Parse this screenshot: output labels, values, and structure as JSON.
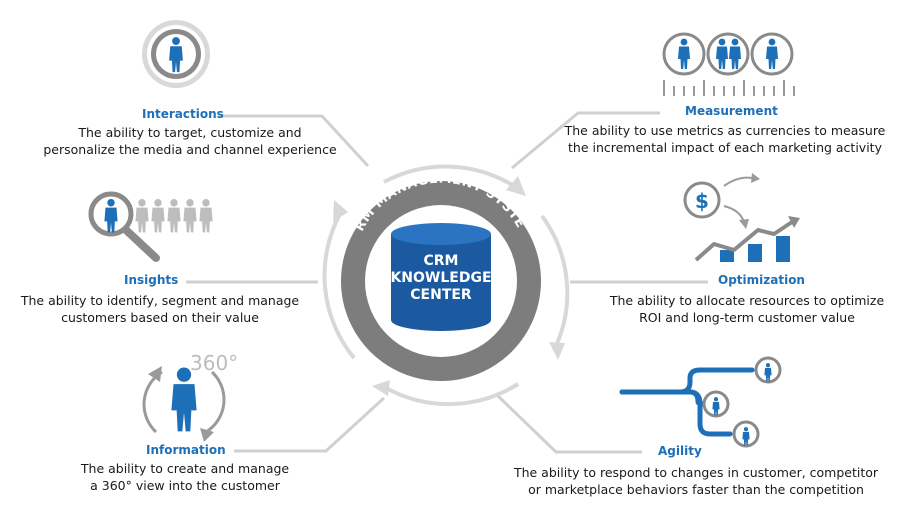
{
  "center": {
    "ring_label": "CRM MANAGEMENT SYSTEM",
    "db_line1": "CRM",
    "db_line2": "KNOWLEDGE",
    "db_line3": "CENTER"
  },
  "nodes": {
    "interactions": {
      "title": "Interactions",
      "line1": "The ability to target, customize and",
      "line2": "personalize the media and channel experience"
    },
    "insights": {
      "title": "Insights",
      "line1": "The ability to identify, segment and manage",
      "line2": "customers based on their value"
    },
    "information": {
      "title": "Information",
      "line1": "The ability to create and manage",
      "line2": "a 360° view into the customer",
      "icon_label": "360°"
    },
    "measurement": {
      "title": "Measurement",
      "line1": "The ability to use metrics as currencies to measure",
      "line2": "the incremental impact of each marketing activity"
    },
    "optimization": {
      "title": "Optimization",
      "line1": "The ability to allocate resources to optimize",
      "line2": "ROI and long-term customer value",
      "icon_label": "$"
    },
    "agility": {
      "title": "Agility",
      "line1": "The ability to respond to changes in customer, competitor",
      "line2": "or marketplace behaviors faster than the competition"
    }
  },
  "colors": {
    "accent_blue": "#1d6fb8",
    "dark_blue": "#1b5aa0",
    "ring_gray": "#7a7a7a",
    "light_gray": "#c8c8c8",
    "connector_gray": "#cfcfcf"
  }
}
